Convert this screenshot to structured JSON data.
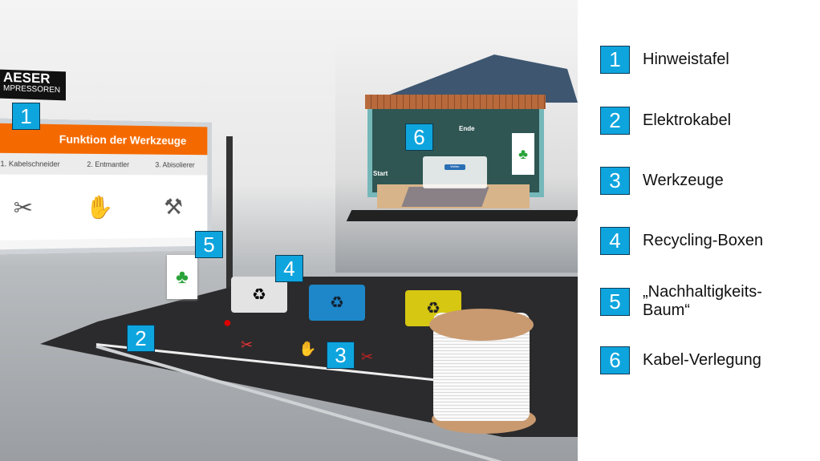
{
  "scene": {
    "logo_text": "KAESER KOMPRESSOREN",
    "board": {
      "title": "Funktion der Werkzeuge",
      "columns": [
        "1. Kabelschneider",
        "2. Entmantler",
        "3. Abisolierer"
      ]
    },
    "house": {
      "start_label": "Start",
      "end_label": "Ende",
      "dialog_button": "Weiter"
    },
    "badges": [
      "1",
      "2",
      "3",
      "4",
      "5",
      "6"
    ]
  },
  "legend": [
    {
      "number": "1",
      "label": "Hinweistafel"
    },
    {
      "number": "2",
      "label": "Elektrokabel"
    },
    {
      "number": "3",
      "label": "Werkzeuge"
    },
    {
      "number": "4",
      "label": "Recycling-Boxen"
    },
    {
      "number": "5",
      "label": "„Nachhaltigkeits-Baum“"
    },
    {
      "number": "6",
      "label": "Kabel-Verlegung"
    }
  ],
  "colors": {
    "badge": "#0ea5de",
    "board_header": "#f56a00"
  }
}
